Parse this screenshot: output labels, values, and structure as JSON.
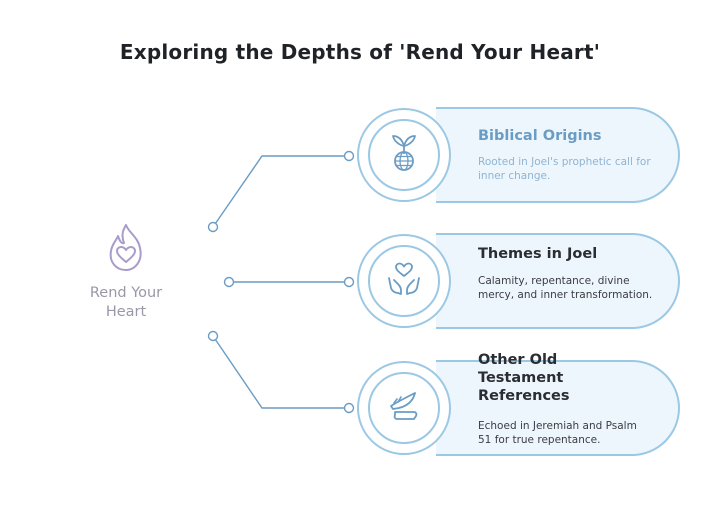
{
  "title": "Exploring the Depths of 'Rend Your Heart'",
  "center": {
    "label": "Rend Your Heart",
    "icon": "heart-flame-icon"
  },
  "colors": {
    "accent": "#9bc8e4",
    "card_fill": "#eef6fd",
    "origin_text": "#6a9cc4",
    "dark_text": "#2a2d31",
    "center_text": "#9a97a8",
    "center_icon": "#a89ccc"
  },
  "items": [
    {
      "title": "Biblical Origins",
      "description": "Rooted in Joel's prophetic call for inner change.",
      "icon": "plant-globe-icon"
    },
    {
      "title": "Themes in Joel",
      "description": "Calamity, repentance, divine mercy, and inner transformation.",
      "icon": "hands-heart-icon"
    },
    {
      "title": "Other Old Testament References",
      "description": "Echoed in Jeremiah and Psalm 51 for true repentance.",
      "icon": "scroll-quill-icon"
    }
  ]
}
